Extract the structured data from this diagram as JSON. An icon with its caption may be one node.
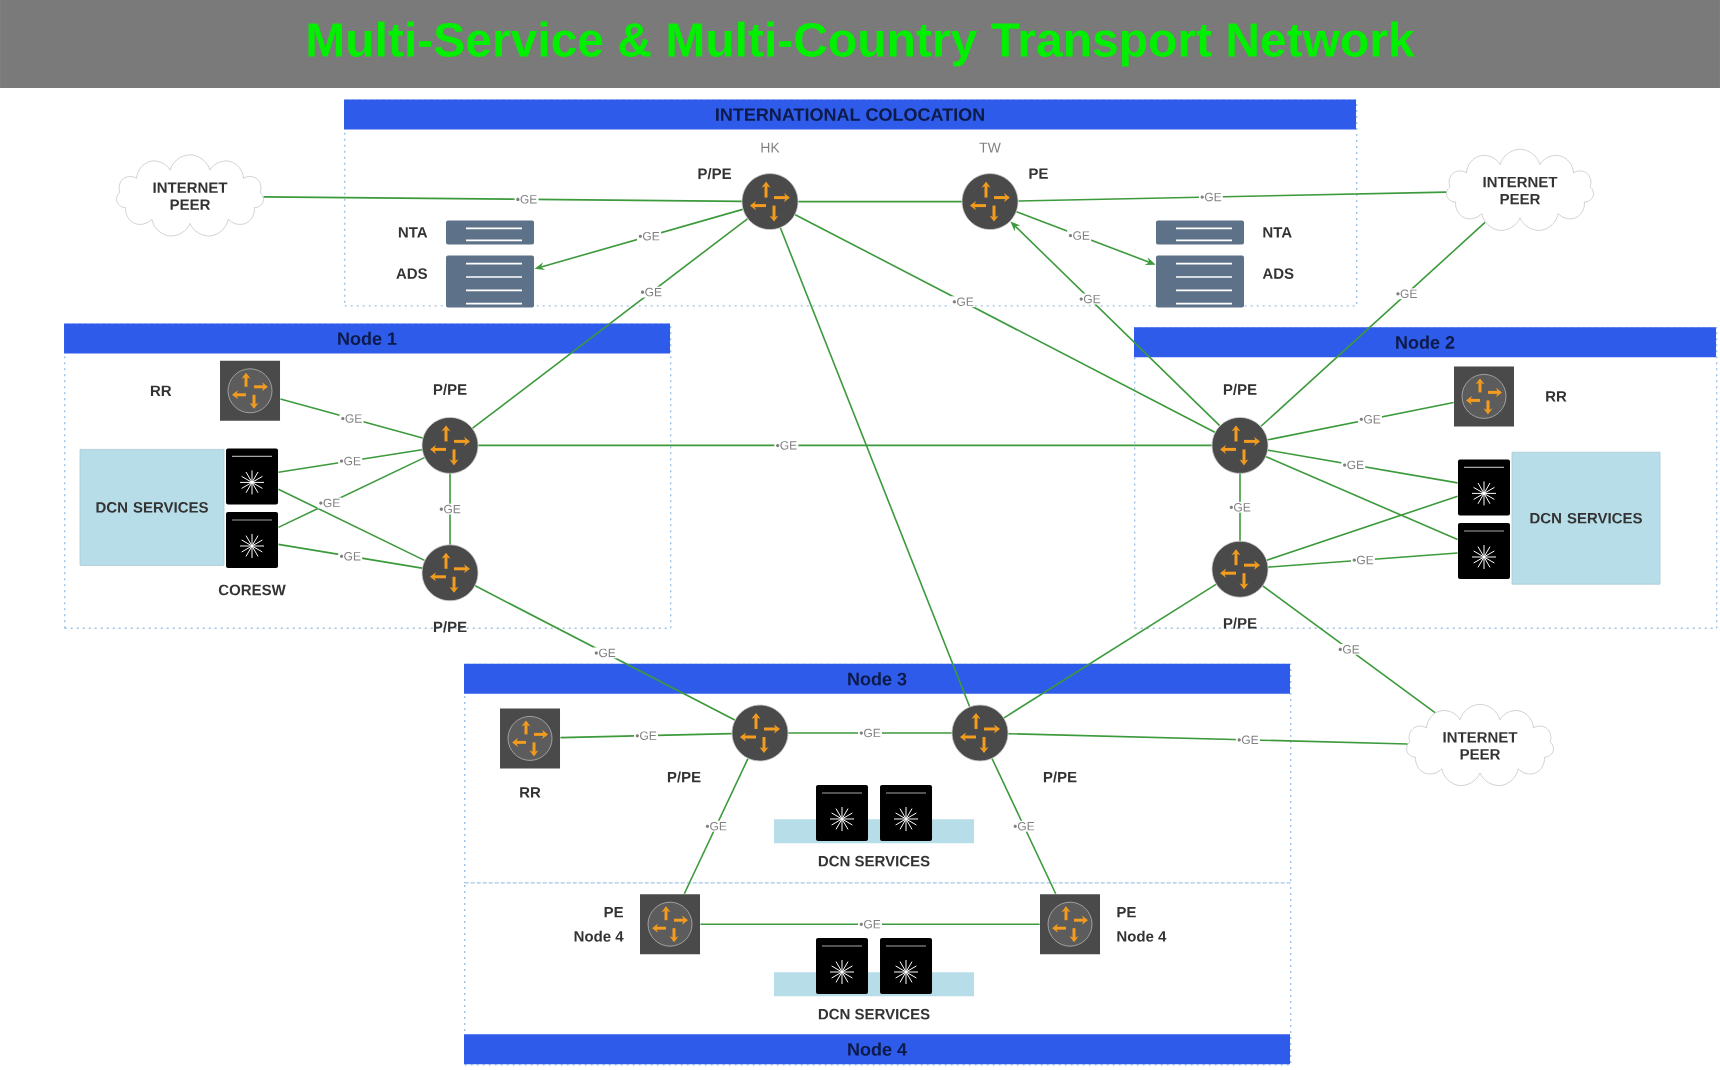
{
  "diagram": {
    "title": "Multi-Service & Multi-Country Transport Network",
    "nodes": [
      {
        "text": [
          "INTERNATIONAL COLOCATION"
        ]
      },
      {
        "text": [
          "Node 1"
        ]
      },
      {
        "text": [
          "Node 2"
        ]
      },
      {
        "text": [
          "Node 3"
        ]
      },
      {
        "text": [
          "Node 4"
        ]
      },
      {
        "text": [
          "HK",
          "P/PE"
        ],
        "in": 0
      },
      {
        "text": [
          "TW",
          "PE"
        ],
        "in": 0
      },
      {
        "text": [
          "NTA"
        ],
        "in": 0
      },
      {
        "text": [
          "ADS"
        ],
        "in": 0
      },
      {
        "text": [
          "NTA"
        ],
        "in": 0
      },
      {
        "text": [
          "ADS"
        ],
        "in": 0
      },
      {
        "text": [
          "INTERNET PEER"
        ]
      },
      {
        "text": [
          "INTERNET PEER"
        ]
      },
      {
        "text": [
          "RR"
        ],
        "in": 1
      },
      {
        "text": [
          "P/PE"
        ],
        "in": 1
      },
      {
        "text": [
          "DCN SERVICES"
        ],
        "in": 1
      },
      {
        "text": [],
        "shape": "box",
        "in": 1
      },
      {
        "text": [
          "CORESW"
        ],
        "in": 1
      },
      {
        "text": [
          "P/PE"
        ],
        "in": 1
      },
      {
        "text": [
          "P/PE"
        ],
        "in": 2
      },
      {
        "text": [
          "RR"
        ],
        "in": 2
      },
      {
        "text": [
          "DCN SERVICES"
        ],
        "in": 2
      },
      {
        "text": [],
        "shape": "box",
        "in": 2
      },
      {
        "text": [],
        "shape": "box",
        "in": 2
      },
      {
        "text": [
          "P/PE"
        ],
        "in": 2
      },
      {
        "text": [
          "RR"
        ],
        "in": 3
      },
      {
        "text": [
          "P/PE"
        ],
        "in": 3
      },
      {
        "text": [
          "P/PE"
        ],
        "in": 3
      },
      {
        "text": [
          "DCN SERVICES"
        ],
        "in": 3
      },
      {
        "text": [
          "INTERNET PEER"
        ]
      },
      {
        "text": [
          "PE",
          "Node 4"
        ],
        "in": 4
      },
      {
        "text": [
          "PE",
          "Node 4"
        ],
        "in": 4
      },
      {
        "text": [
          "DCN SERVICES"
        ],
        "in": 4
      }
    ],
    "edges": [
      {
        "from": 11,
        "to": 5,
        "arrow": "none",
        "label": "•GE"
      },
      {
        "from": 5,
        "to": 6,
        "arrow": "none"
      },
      {
        "from": 6,
        "to": 12,
        "arrow": "none",
        "label": "•GE"
      },
      {
        "from": 5,
        "to": 8,
        "arrow": "to",
        "label": "•GE"
      },
      {
        "from": 6,
        "to": 10,
        "arrow": "to",
        "label": "•GE"
      },
      {
        "from": 5,
        "to": 14,
        "arrow": "none",
        "label": "•GE"
      },
      {
        "from": 5,
        "to": 19,
        "arrow": "none",
        "label": "•GE"
      },
      {
        "from": 19,
        "to": 6,
        "arrow": "to",
        "label": "•GE"
      },
      {
        "from": 5,
        "to": 27,
        "arrow": "none"
      },
      {
        "from": 12,
        "to": 19,
        "arrow": "none",
        "label": "•GE"
      },
      {
        "from": 14,
        "to": 19,
        "arrow": "none",
        "label": "•GE"
      },
      {
        "from": 13,
        "to": 14,
        "arrow": "none",
        "label": "•GE"
      },
      {
        "from": 16,
        "to": 14,
        "arrow": "none",
        "label": "•GE"
      },
      {
        "from": 17,
        "to": 14,
        "arrow": "none",
        "label": "•GE"
      },
      {
        "from": 16,
        "to": 18,
        "arrow": "none"
      },
      {
        "from": 17,
        "to": 18,
        "arrow": "none",
        "label": "•GE"
      },
      {
        "from": 14,
        "to": 18,
        "arrow": "none",
        "label": "•GE"
      },
      {
        "from": 18,
        "to": 26,
        "arrow": "none",
        "label": "•GE"
      },
      {
        "from": 19,
        "to": 20,
        "arrow": "none",
        "label": "•GE"
      },
      {
        "from": 19,
        "to": 22,
        "arrow": "none",
        "label": "•GE"
      },
      {
        "from": 19,
        "to": 23,
        "arrow": "none"
      },
      {
        "from": 24,
        "to": 22,
        "arrow": "none"
      },
      {
        "from": 24,
        "to": 23,
        "arrow": "none",
        "label": "•GE"
      },
      {
        "from": 19,
        "to": 24,
        "arrow": "none",
        "label": "•GE"
      },
      {
        "from": 24,
        "to": 27,
        "arrow": "none"
      },
      {
        "from": 24,
        "to": 29,
        "arrow": "none",
        "label": "•GE"
      },
      {
        "from": 25,
        "to": 26,
        "arrow": "none",
        "label": "•GE"
      },
      {
        "from": 26,
        "to": 27,
        "arrow": "none",
        "label": "•GE"
      },
      {
        "from": 27,
        "to": 29,
        "arrow": "none",
        "label": "•GE"
      },
      {
        "from": 26,
        "to": 30,
        "arrow": "none",
        "label": "•GE"
      },
      {
        "from": 27,
        "to": 31,
        "arrow": "none",
        "label": "•GE"
      },
      {
        "from": 30,
        "to": 31,
        "arrow": "none",
        "label": "•GE"
      }
    ]
  }
}
